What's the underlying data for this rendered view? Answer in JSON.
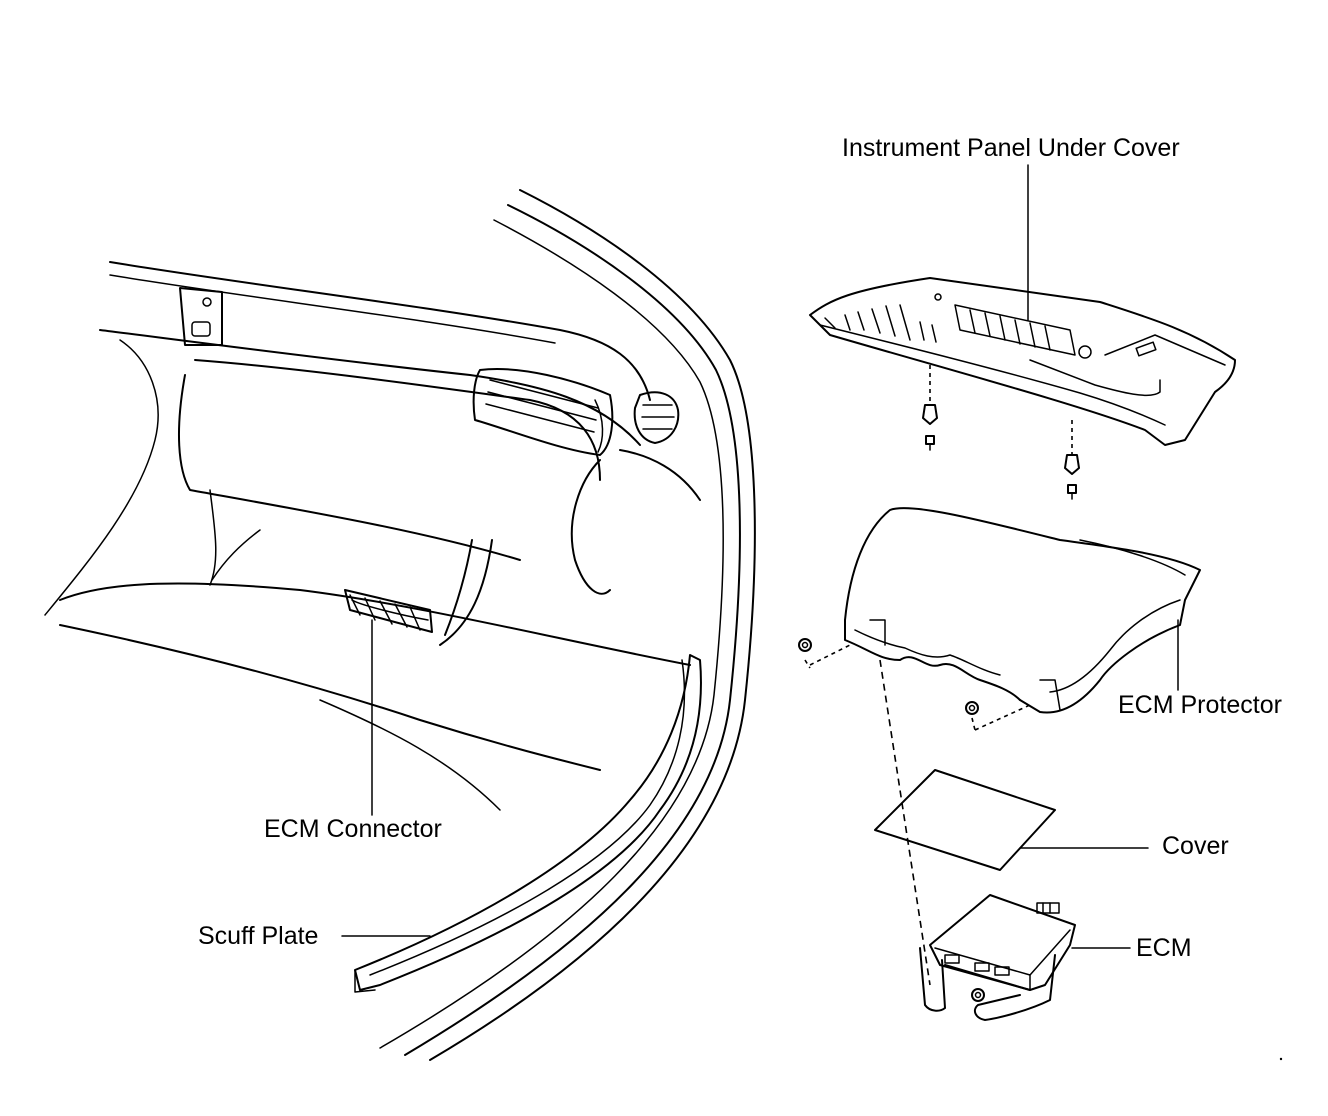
{
  "labels": {
    "instrument_panel_under_cover": "Instrument Panel Under Cover",
    "ecm_protector": "ECM Protector",
    "cover": "Cover",
    "ecm": "ECM",
    "ecm_connector": "ECM Connector",
    "scuff_plate": "Scuff Plate"
  }
}
